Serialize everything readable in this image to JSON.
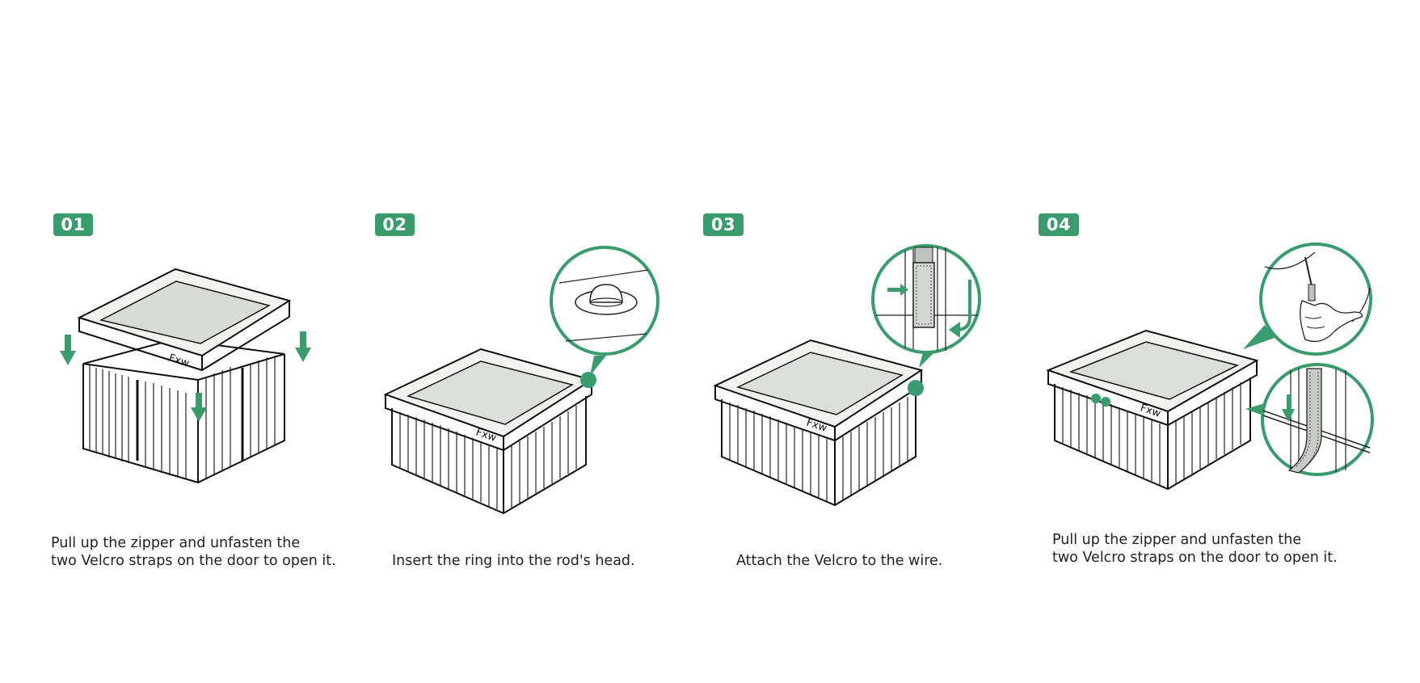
{
  "accent_color": "#3a9b6d",
  "brand_logo": "Fxw",
  "steps": [
    {
      "number": "01",
      "caption_lines": [
        "Pull up the zipper and unfasten the",
        "two Velcro straps on the door to open it."
      ]
    },
    {
      "number": "02",
      "caption_lines": [
        "Insert the ring into the rod's head."
      ]
    },
    {
      "number": "03",
      "caption_lines": [
        "Attach the Velcro to the wire."
      ]
    },
    {
      "number": "04",
      "caption_lines": [
        "Pull up the zipper and unfasten the",
        "two Velcro straps on the door to open it."
      ]
    }
  ],
  "icons": [
    "down-arrow-icon",
    "magnifier-callout-icon",
    "right-arrow-icon",
    "curved-arrow-icon"
  ]
}
